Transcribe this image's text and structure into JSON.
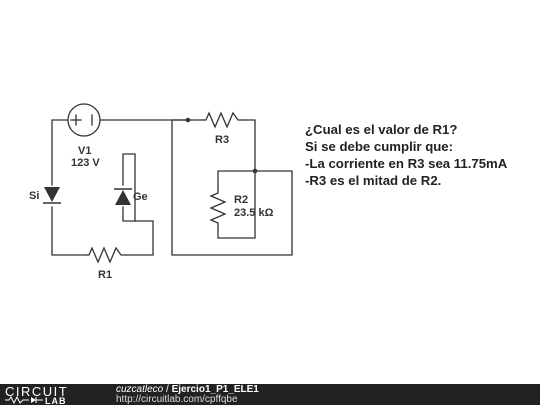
{
  "components": {
    "v1": {
      "name": "V1",
      "value": "123 V"
    },
    "r1": {
      "name": "R1"
    },
    "r2": {
      "name": "R2",
      "value": "23.5 kΩ"
    },
    "r3": {
      "name": "R3"
    },
    "d_si": {
      "name": "Si"
    },
    "d_ge": {
      "name": "Ge"
    }
  },
  "question": {
    "line1": "¿Cual es el valor de R1?",
    "line2": "Si se debe cumplir que:",
    "line3": "-La corriente en R3 sea 11.75mA",
    "line4": "-R3 es el mitad de R2."
  },
  "footer": {
    "logo_top": "CIRCUIT",
    "logo_bottom": "LAB",
    "author": "cuzcatleco",
    "separator": " / ",
    "title": "Ejercio1_P1_ELE1",
    "url": "http://circuitlab.com/cpffqbe"
  }
}
